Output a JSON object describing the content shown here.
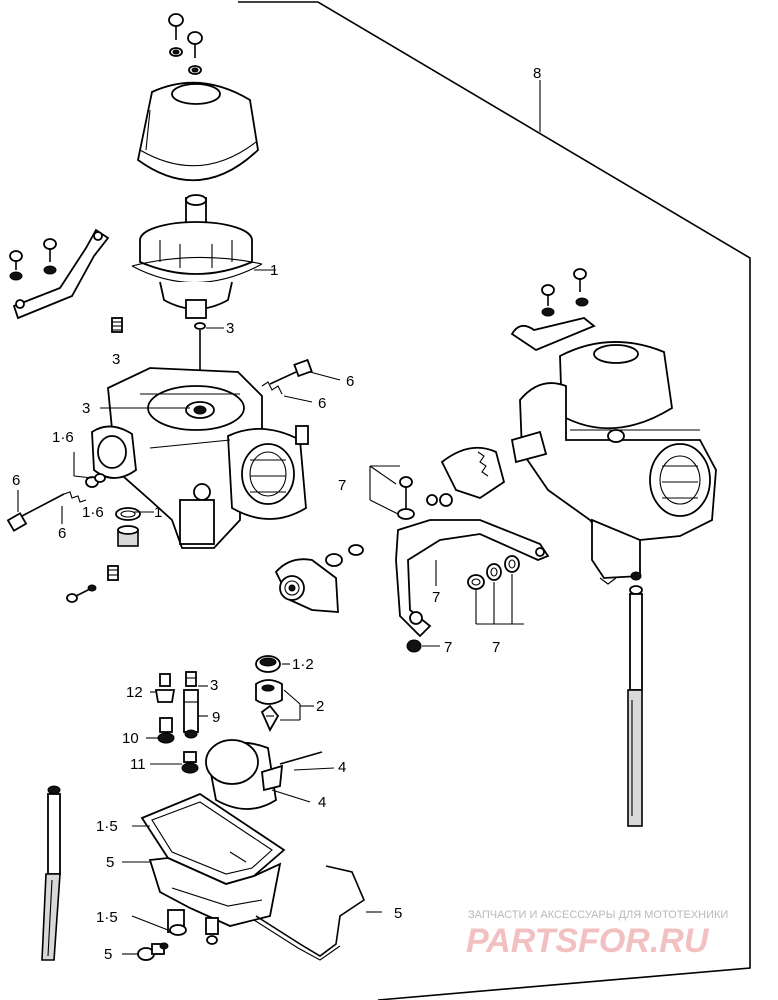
{
  "callouts": {
    "c8": "8",
    "c1_top": "1",
    "c3_jet": "3",
    "c3_left": "3",
    "c6_screw": "6",
    "c6_spring": "6",
    "c3_body": "3",
    "c16_upper": "1·6",
    "c6_left": "6",
    "c6_pin": "6",
    "c16_lower": "1·6",
    "c1_mid": "1",
    "c7_bracket": "7",
    "c7_link": "7",
    "c7_washers": "7",
    "c7_nut": "7",
    "c12_pair": "1·2",
    "c3_needle": "3",
    "c12": "12",
    "c2": "2",
    "c9": "9",
    "c10": "10",
    "c11": "11",
    "c4_wire": "4",
    "c4_float": "4",
    "c15_top": "1·5",
    "c5_bowl": "5",
    "c5_hose": "5",
    "c15_bottom": "1·5",
    "c5_drain": "5"
  },
  "watermark": {
    "line1": "ЗАПЧАСТИ И АКСЕССУАРЫ ДЛЯ МОТОТЕХНИКИ",
    "line2": "PARTSFOR.RU"
  },
  "colors": {
    "ink": "#000000",
    "paper": "#ffffff",
    "watermark_gray": "#b9b9b9",
    "watermark_red": "#f2c0c0"
  }
}
